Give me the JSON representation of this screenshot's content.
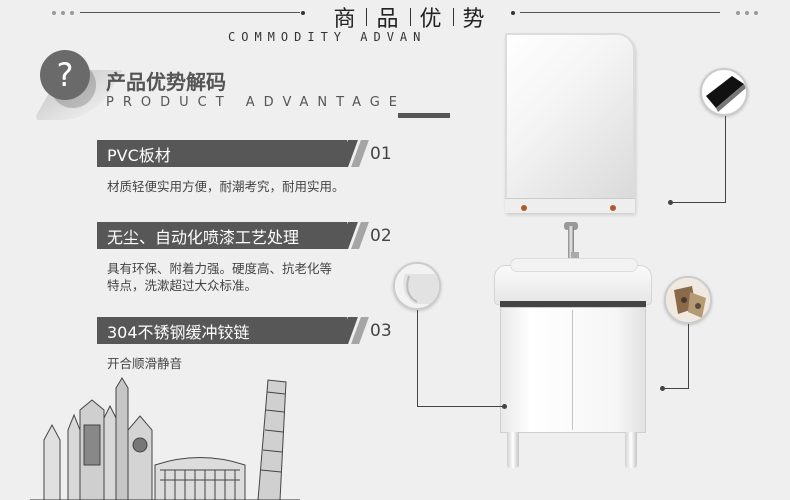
{
  "header": {
    "title_chars": [
      "商",
      "品",
      "优",
      "势"
    ],
    "subtitle": "COMMODITY ADVAN"
  },
  "advantage": {
    "icon": "question-mark-icon",
    "question_glyph": "?",
    "title": "产品优势解码",
    "subtitle": "PRODUCT ADVANTAGE"
  },
  "features": [
    {
      "label": "PVC板材",
      "number": "01",
      "description": "材质轻便实用方便，耐潮考究，耐用实用。"
    },
    {
      "label": "无尘、自动化喷漆工艺处理",
      "number": "02",
      "description_lines": [
        "具有环保、附着力强。硬度高、抗老化等",
        "特点，洗漱超过大众标准。"
      ]
    },
    {
      "label": "304不锈钢缓冲铰链",
      "number": "03",
      "description": "开合顺滑静音"
    }
  ],
  "colors": {
    "background": "#efefef",
    "feature_bar": "#575757",
    "feature_stripe": "#a5a5a5"
  },
  "product": {
    "icons": [
      "landmarks-sketch",
      "bathroom-cabinet-icon",
      "mirror-icon",
      "faucet-icon",
      "hinge-icon",
      "edge-detail-icon",
      "basin-detail-icon"
    ]
  }
}
